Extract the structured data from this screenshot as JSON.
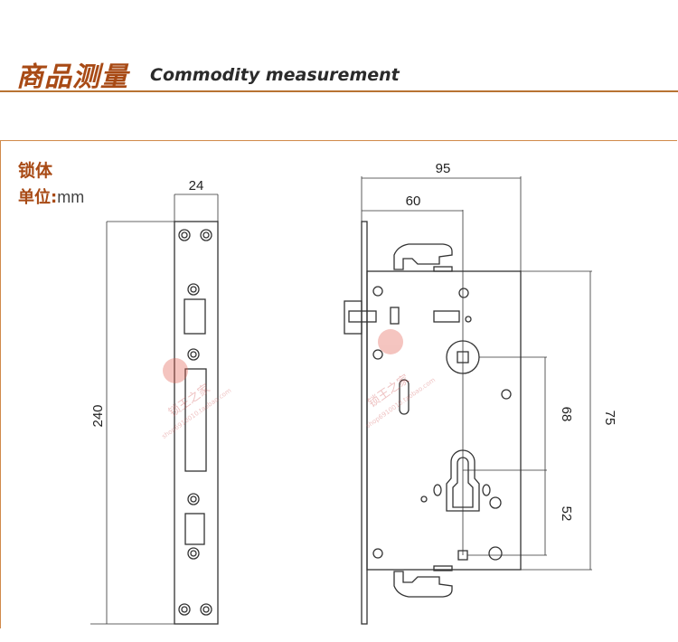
{
  "header": {
    "title_cn": "商品测量",
    "title_en": "Commodity measurement"
  },
  "spec": {
    "part_name": "锁体",
    "unit_label": "单位:",
    "unit_value": "mm"
  },
  "dimensions": {
    "faceplate_width": "24",
    "faceplate_height": "240",
    "body_overall_width": "95",
    "backset": "60",
    "handle_to_cylinder": "68",
    "body_height": "75",
    "cylinder_to_lower": "52"
  },
  "watermark": {
    "text": "锁王之家",
    "url": "shop6910010.taobao.com"
  },
  "colors": {
    "accent": "#a84a15",
    "rule": "#b87333",
    "line": "#333333"
  }
}
